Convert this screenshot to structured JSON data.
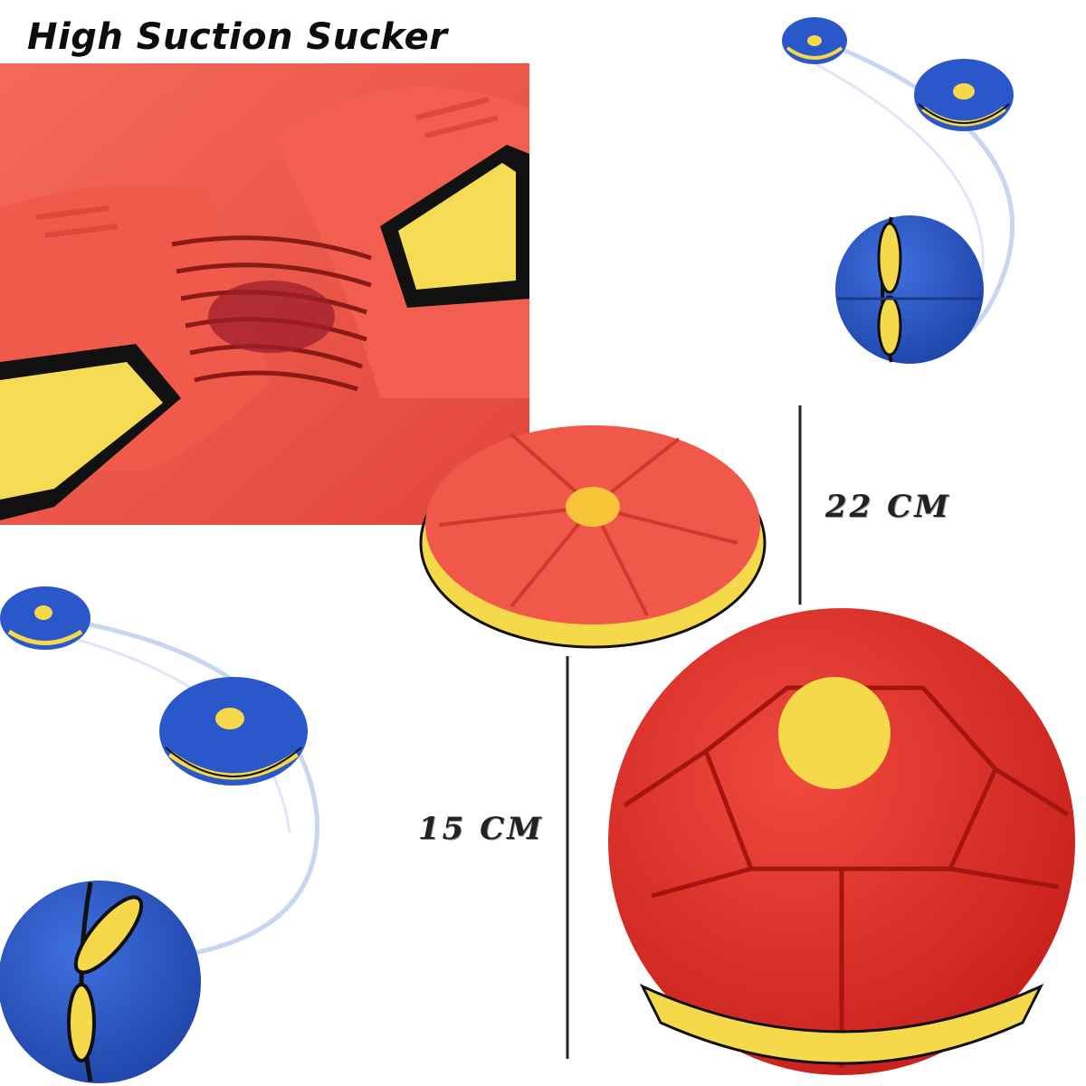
{
  "headline": "High Suction Sucker",
  "measurements": {
    "height_label": "22 CM",
    "diameter_label": "15 CM"
  },
  "colors": {
    "red": "#e8372f",
    "coral": "#f0584a",
    "blue": "#2a57c9",
    "yellow": "#f6d94a",
    "black": "#111111",
    "background": "#ffffff"
  }
}
